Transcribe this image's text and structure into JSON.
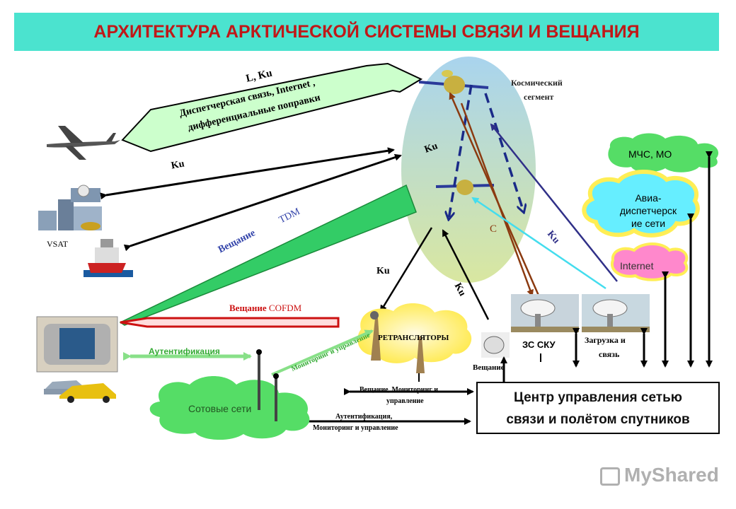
{
  "title": "АРХИТЕКТУРА АРКТИЧЕСКОЙ СИСТЕМЫ СВЯЗИ И ВЕЩАНИЯ",
  "space_segment": {
    "line1": "Космический",
    "line2": "сегмент"
  },
  "dispatch_arrow": {
    "band": "L, Ku",
    "line1": "Диспетчерская связь, Internet ,",
    "line2": "дифференциальные поправки"
  },
  "labels": {
    "ku_left": "Ku",
    "ku_upper": "Ku",
    "ku_mid": "Ku",
    "ku_lower": "Ku",
    "ku_right": "Ku",
    "c_band": "C",
    "vsat": "VSAT",
    "broadcast_tdm_word": "Вещание",
    "broadcast_tdm_code": "TDM",
    "broadcast_cofdm_word": "Вещание",
    "broadcast_cofdm_code": "COFDM",
    "auth": "Аутентификация",
    "monitoring": "Мониторинг и управление",
    "repeaters": "РЕТРАНСЛЯТОРЫ",
    "broadcast_dish": "Вещание",
    "zs_sku": "ЗС СКУ",
    "upload_line1": "Загрузка и",
    "upload_line2": "связь",
    "cellular": "Сотовые сети",
    "bcast_monitoring_line1": "Вещание, Мониторинг и",
    "bcast_monitoring_line2": "управление",
    "auth_monitoring_line1": "Аутентификация,",
    "auth_monitoring_line2": "Мониторинг и управление"
  },
  "clouds": {
    "mchs": "МЧС, МО",
    "avia_line1": "Авиа-",
    "avia_line2": "диспетчерск",
    "avia_line3": "ие сети",
    "internet": "Internet"
  },
  "control_center": {
    "line1": "Центр управления сетью",
    "line2": "связи и полётом спутников"
  },
  "watermark": "MyShared",
  "colors": {
    "title_bar": "#4be3cf",
    "title_text": "#c01818",
    "space_ellipse_top": "#a9d4ee",
    "space_ellipse_bottom": "#d9e7a0",
    "tdm_arrow": "#33cc66",
    "cofdm_arrow": "#cc1111",
    "dispatch_arrow": "#ccffcc",
    "cloud_green": "#55dd66",
    "cloud_pink": "#ff88cc",
    "cloud_yellow": "#ffee55",
    "cloud_cyan": "#66eeff",
    "brown_arrow": "#8b3a10",
    "navy_arrow": "#303088",
    "cyan_arrow": "#44ddee",
    "blue_label": "#3344aa"
  }
}
